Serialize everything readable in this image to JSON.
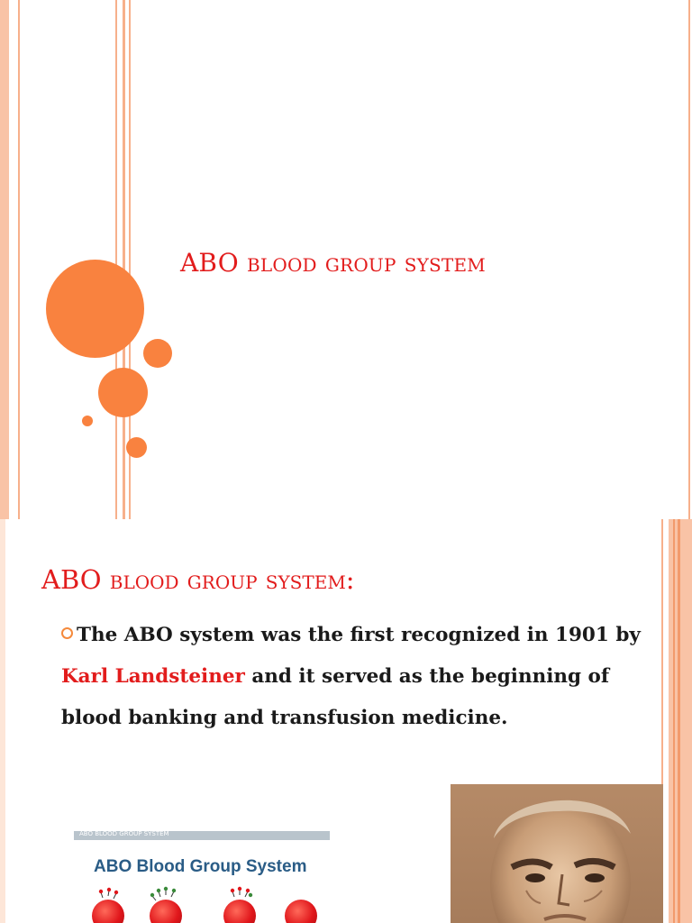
{
  "slide1": {
    "title": "ABO blood group system"
  },
  "slide2": {
    "title": "ABO blood group system:",
    "paragraph": {
      "part1": "The ABO system was the first recognized in 1901 by ",
      "highlight": "Karl Landsteiner",
      "part2": " and it served as the beginning of blood banking and transfusion medicine."
    },
    "figure_thumbnail": {
      "topbar_text": "ABO BLOOD GROUP SYSTEM",
      "heading": "ABO Blood Group System"
    }
  },
  "colors": {
    "accent_orange": "#f9823f",
    "title_red": "#e21c1c",
    "band_peach": "#f9c3a6"
  }
}
